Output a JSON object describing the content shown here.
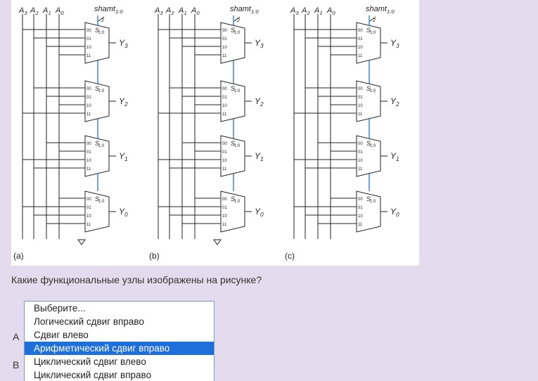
{
  "figure": {
    "panels": [
      {
        "label": "(a)"
      },
      {
        "label": "(b)"
      },
      {
        "label": "(c)"
      }
    ],
    "inputs": [
      "A3",
      "A2",
      "A1",
      "A0"
    ],
    "control": "shamt1:0",
    "bus_width": "2",
    "select": "S1:0",
    "mux_inputs": [
      "00",
      "01",
      "10",
      "11"
    ],
    "outputs": [
      "Y3",
      "Y2",
      "Y1",
      "Y0"
    ]
  },
  "question": {
    "text": "Какие функциональные узлы изображены на рисунке?"
  },
  "rows": [
    {
      "label": "A"
    },
    {
      "label": "B"
    }
  ],
  "dropdown": {
    "options": [
      "Выберите...",
      "Логический сдвиг вправо",
      "Сдвиг влево",
      "Арифметический сдвиг вправо",
      "Циклический сдвиг влево",
      "Циклический сдвиг вправо"
    ],
    "selected_index": 3
  },
  "colors": {
    "background": "#e5dbee",
    "selection": "#1e6fd9",
    "bus": "#4a8fd0"
  }
}
